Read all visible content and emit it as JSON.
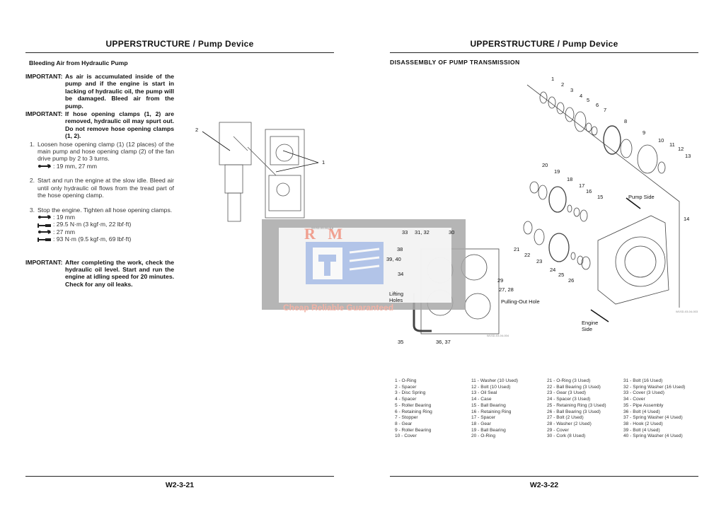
{
  "left_page": {
    "header": "UPPERSTRUCTURE / Pump Device",
    "section_title": "Bleeding Air from Hydraulic Pump",
    "important_label": "IMPORTANT:",
    "important_1": "As air is accumulated inside of the pump and if the engine is start in lacking of hydraulic oil, the pump will be damaged. Bleed air from the pump.",
    "important_2": "If hose opening clamps (1, 2) are removed, hydraulic oil may spurt out. Do not remove hose opening clamps (1, 2).",
    "steps": [
      {
        "n": "1.",
        "text": "Loosen hose opening clamp (1) (12 places) of the main pump and hose opening clamp (2) of the fan drive pump by 2 to 3 turns."
      },
      {
        "n": "2.",
        "text": "Start and run the engine at the slow idle. Bleed air until only hydraulic oil flows from the tread part of the hose opening clamp."
      },
      {
        "n": "3.",
        "text": "Stop the engine. Tighten all hose opening clamps."
      }
    ],
    "step1_tool": ": 19 mm, 27 mm",
    "step3_tools": [
      ": 19 mm",
      ": 29.5 N·m (3 kgf·m, 22 lbf·ft)",
      ": 27 mm",
      ": 93 N·m (9.5 kgf·m, 69 lbf·ft)"
    ],
    "important_3": "After completing the work, check the hydraulic oil level. Start and run the engine at idling speed for 20 minutes. Check for any oil leaks.",
    "figure_labels": [
      "2",
      "1"
    ],
    "figure_id": "W1SD-03-04-018",
    "footer": "W2-3-21"
  },
  "right_page": {
    "header": "UPPERSTRUCTURE / Pump Device",
    "section_title": "DISASSEMBLY OF PUMP TRANSMISSION",
    "callouts": [
      "1",
      "2",
      "3",
      "4",
      "5",
      "6",
      "7",
      "8",
      "9",
      "10",
      "11",
      "12",
      "13",
      "20",
      "19",
      "18",
      "17",
      "16",
      "15",
      "14",
      "21",
      "22",
      "23",
      "24",
      "25",
      "26",
      "Pump Side",
      "Engine Side",
      "33",
      "31, 32",
      "30",
      "38",
      "39, 40",
      "34",
      "Lifting Holes",
      "29",
      "27, 28",
      "Pulling-Out Hole",
      "35",
      "36, 37"
    ],
    "figure_ids": [
      "W1SD-03-04-004",
      "W1SD-03-04-003"
    ],
    "parts": [
      [
        "1 -  O-Ring",
        "2 -  Spacer",
        "3 -  Disc Spring",
        "4 -  Spacer",
        "5 -  Roller Bearing",
        "6 -  Retaining Ring",
        "7 -  Stopper",
        "8 -  Gear",
        "9 -  Roller Bearing",
        "10 - Cover"
      ],
      [
        "11 - Washer (10 Used)",
        "12 - Bolt (10 Used)",
        "13 - Oil Seal",
        "14 - Case",
        "15 - Ball Bearing",
        "16 - Retaining Ring",
        "17 - Spacer",
        "18 - Gear",
        "19 - Ball Bearing",
        "20 - O-Ring"
      ],
      [
        "21 - O-Ring (3 Used)",
        "22 - Ball Bearing (3 Used)",
        "23 - Gear (3 Used)",
        "24 - Spacer (3 Used)",
        "25 - Retaining Ring (3 Used)",
        "26 - Ball Bearing (3 Used)",
        "27 - Bolt (2 Used)",
        "28 - Washer (2 Used)",
        "29 - Cover",
        "30 - Cork (8 Used)"
      ],
      [
        "31 - Bolt (16 Used)",
        "32 - Spring Washer (16 Used)",
        "33 - Cover (3 Used)",
        "34 - Cover",
        "35 - Pipe Assembly",
        "36 - Bolt (4 Used)",
        "37 - Spring Washer (4 Used)",
        "38 - Hook (2 Used)",
        "39 - Bolt (4 Used)",
        "40 - Spring Washer (4 Used)"
      ]
    ],
    "footer": "W2-3-22"
  },
  "watermark": {
    "logo": "R M",
    "tagline": "Cheap Reliable Guaranteed"
  }
}
